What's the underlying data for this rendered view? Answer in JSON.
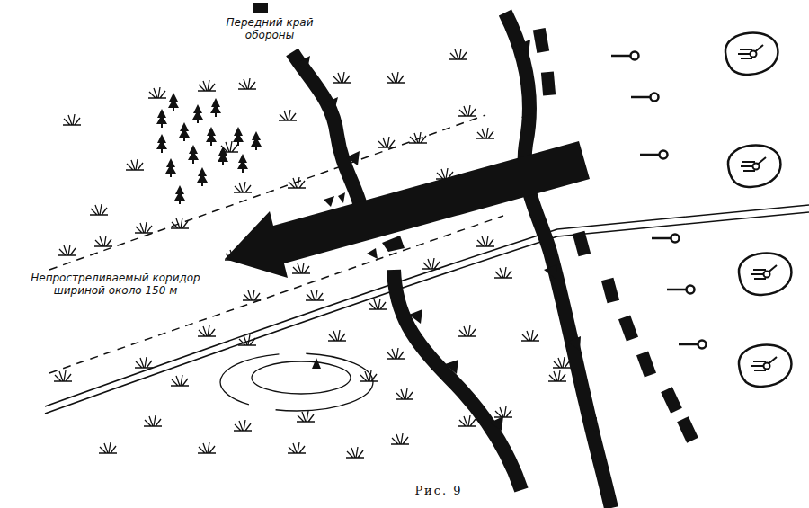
{
  "diagram": {
    "caption": "Рис. 9",
    "labels": [
      "Передний край обороны",
      "Непростреливаемый коридор шириной около 150 м"
    ]
  }
}
